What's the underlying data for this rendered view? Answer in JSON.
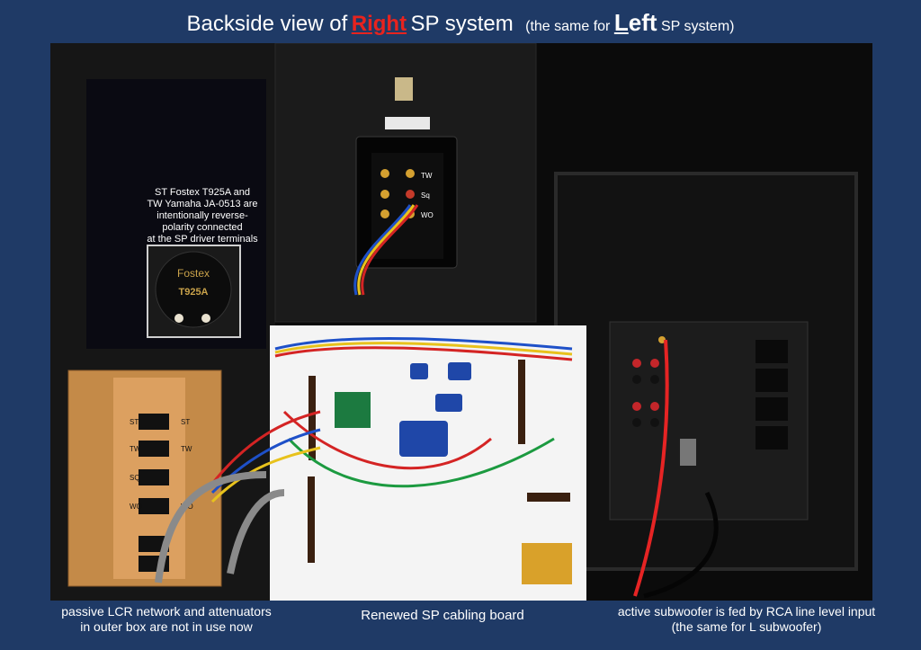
{
  "title": {
    "prefix": "Backside view of",
    "right_first": "R",
    "right_rest": "ight",
    "middle": "SP system",
    "paren_open": "(the same for",
    "left_first": "L",
    "left_rest": "eft",
    "paren_close": "SP system)"
  },
  "inset_note": {
    "line1": "ST Fostex T925A and",
    "line2": "TW Yamaha JA-0513 are",
    "line3": "intentionally reverse-",
    "line4": "polarity connected",
    "line5": "at the SP driver terminals"
  },
  "tweeter_label": {
    "brand": "Fostex",
    "model": "T925A"
  },
  "terminal_labels": {
    "box": [
      "ST",
      "ST",
      "TW",
      "TW",
      "SQ",
      "WO",
      "WO"
    ],
    "panel": [
      "TW",
      "Sq",
      "WO"
    ]
  },
  "captions": {
    "left_line1": "passive LCR network and attenuators",
    "left_line2": "in outer box are not in use now",
    "center": "Renewed SP cabling board",
    "right_line1": "active subwoofer is fed by RCA line level input",
    "right_line2": "(the same for L subwoofer)"
  },
  "colors": {
    "background": "#1f3a66",
    "accent_red": "#e8231e"
  }
}
